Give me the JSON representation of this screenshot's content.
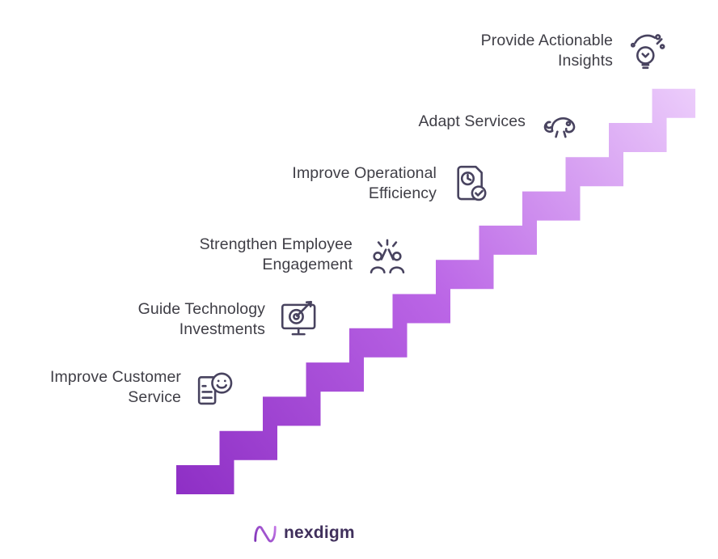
{
  "stairs": {
    "color_bottom": "#8e2fc5",
    "color_mid": "#bb66e6",
    "color_top": "#eccdfb",
    "steps": 12
  },
  "labels": [
    {
      "text": "Provide Actionable\nInsights",
      "icon": "insights-icon"
    },
    {
      "text": "Adapt Services",
      "icon": "chameleon-icon"
    },
    {
      "text": "Improve Operational\nEfficiency",
      "icon": "efficiency-icon"
    },
    {
      "text": "Strengthen Employee\nEngagement",
      "icon": "engagement-icon"
    },
    {
      "text": "Guide Technology\nInvestments",
      "icon": "tech-investments-icon"
    },
    {
      "text": "Improve Customer\nService",
      "icon": "customer-service-icon"
    }
  ],
  "logo": {
    "text": "nexdigm"
  }
}
